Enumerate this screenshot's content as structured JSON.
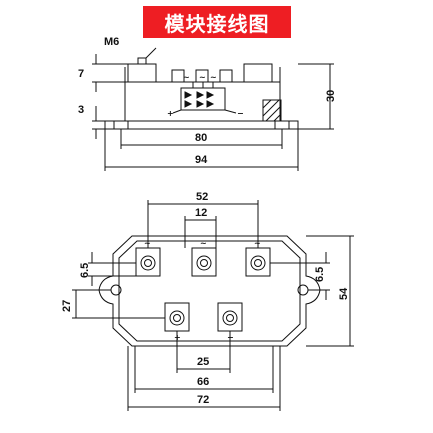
{
  "title": "模块接线图",
  "side_view": {
    "thread_label": "M6",
    "dims": {
      "terminal_height": "7",
      "base_thickness": "3",
      "total_height": "30",
      "hole_pitch": "80",
      "overall_length": "94"
    }
  },
  "top_view": {
    "dims": {
      "outer_terminal_pitch": "52",
      "adjacent_terminal_pitch": "12",
      "terminal_height_left": "6.5",
      "terminal_height_right": "6.5",
      "half_width": "27",
      "overall_width": "54",
      "dc_terminal_pitch": "25",
      "body_length": "66",
      "overall_length": "72"
    },
    "terminal_symbols": {
      "ac": "~",
      "plus": "+",
      "minus": "−"
    }
  },
  "colors": {
    "banner": "#ee1e23",
    "line": "#111111"
  }
}
